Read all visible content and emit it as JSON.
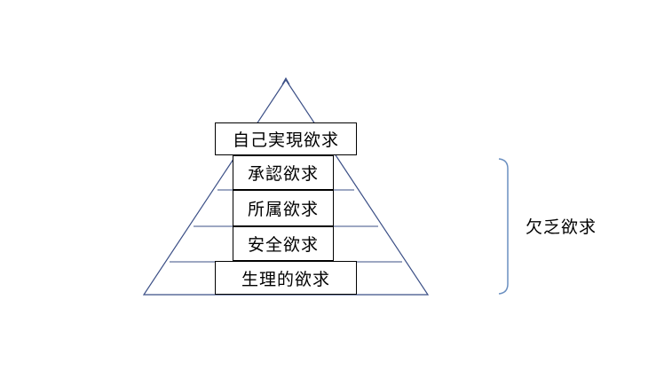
{
  "colors": {
    "pyramid_stroke": "#3b4f86",
    "bracket_stroke": "#6a8fc0",
    "box_border": "#000000",
    "text": "#000000"
  },
  "pyramid": {
    "levels": [
      {
        "label": "自己実現欲求"
      },
      {
        "label": "承認欲求"
      },
      {
        "label": "所属欲求"
      },
      {
        "label": "安全欲求"
      },
      {
        "label": "生理的欲求"
      }
    ]
  },
  "bracket": {
    "label": "欠乏欲求"
  }
}
